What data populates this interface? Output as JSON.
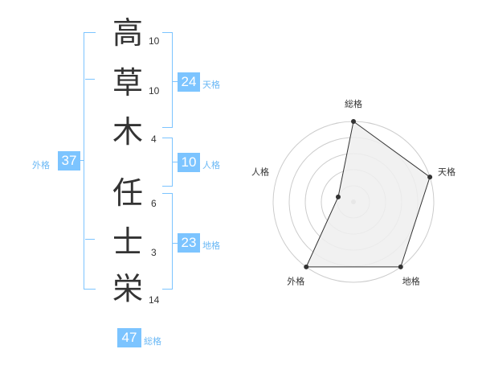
{
  "name": {
    "chars": [
      {
        "char": "高",
        "strokes": "10"
      },
      {
        "char": "草",
        "strokes": "10"
      },
      {
        "char": "木",
        "strokes": "4"
      },
      {
        "char": "任",
        "strokes": "6"
      },
      {
        "char": "士",
        "strokes": "3"
      },
      {
        "char": "栄",
        "strokes": "14"
      }
    ]
  },
  "fortune": {
    "tenkaku": {
      "value": "24",
      "label": "天格"
    },
    "jinkaku": {
      "value": "10",
      "label": "人格"
    },
    "chikaku": {
      "value": "23",
      "label": "地格"
    },
    "gaikaku": {
      "value": "37",
      "label": "外格"
    },
    "soukaku": {
      "value": "47",
      "label": "総格"
    }
  },
  "chart_data": {
    "type": "radar",
    "axes": [
      "総格",
      "天格",
      "地格",
      "外格",
      "人格"
    ],
    "values": [
      5,
      5,
      5,
      5,
      1
    ],
    "max": 5,
    "rings": 5
  },
  "colors": {
    "accent": "#7cc4ff",
    "accent_text": "#6ab8f5",
    "ink": "#333333",
    "radar_fill": "#eeeeee",
    "grid": "#cccccc"
  }
}
